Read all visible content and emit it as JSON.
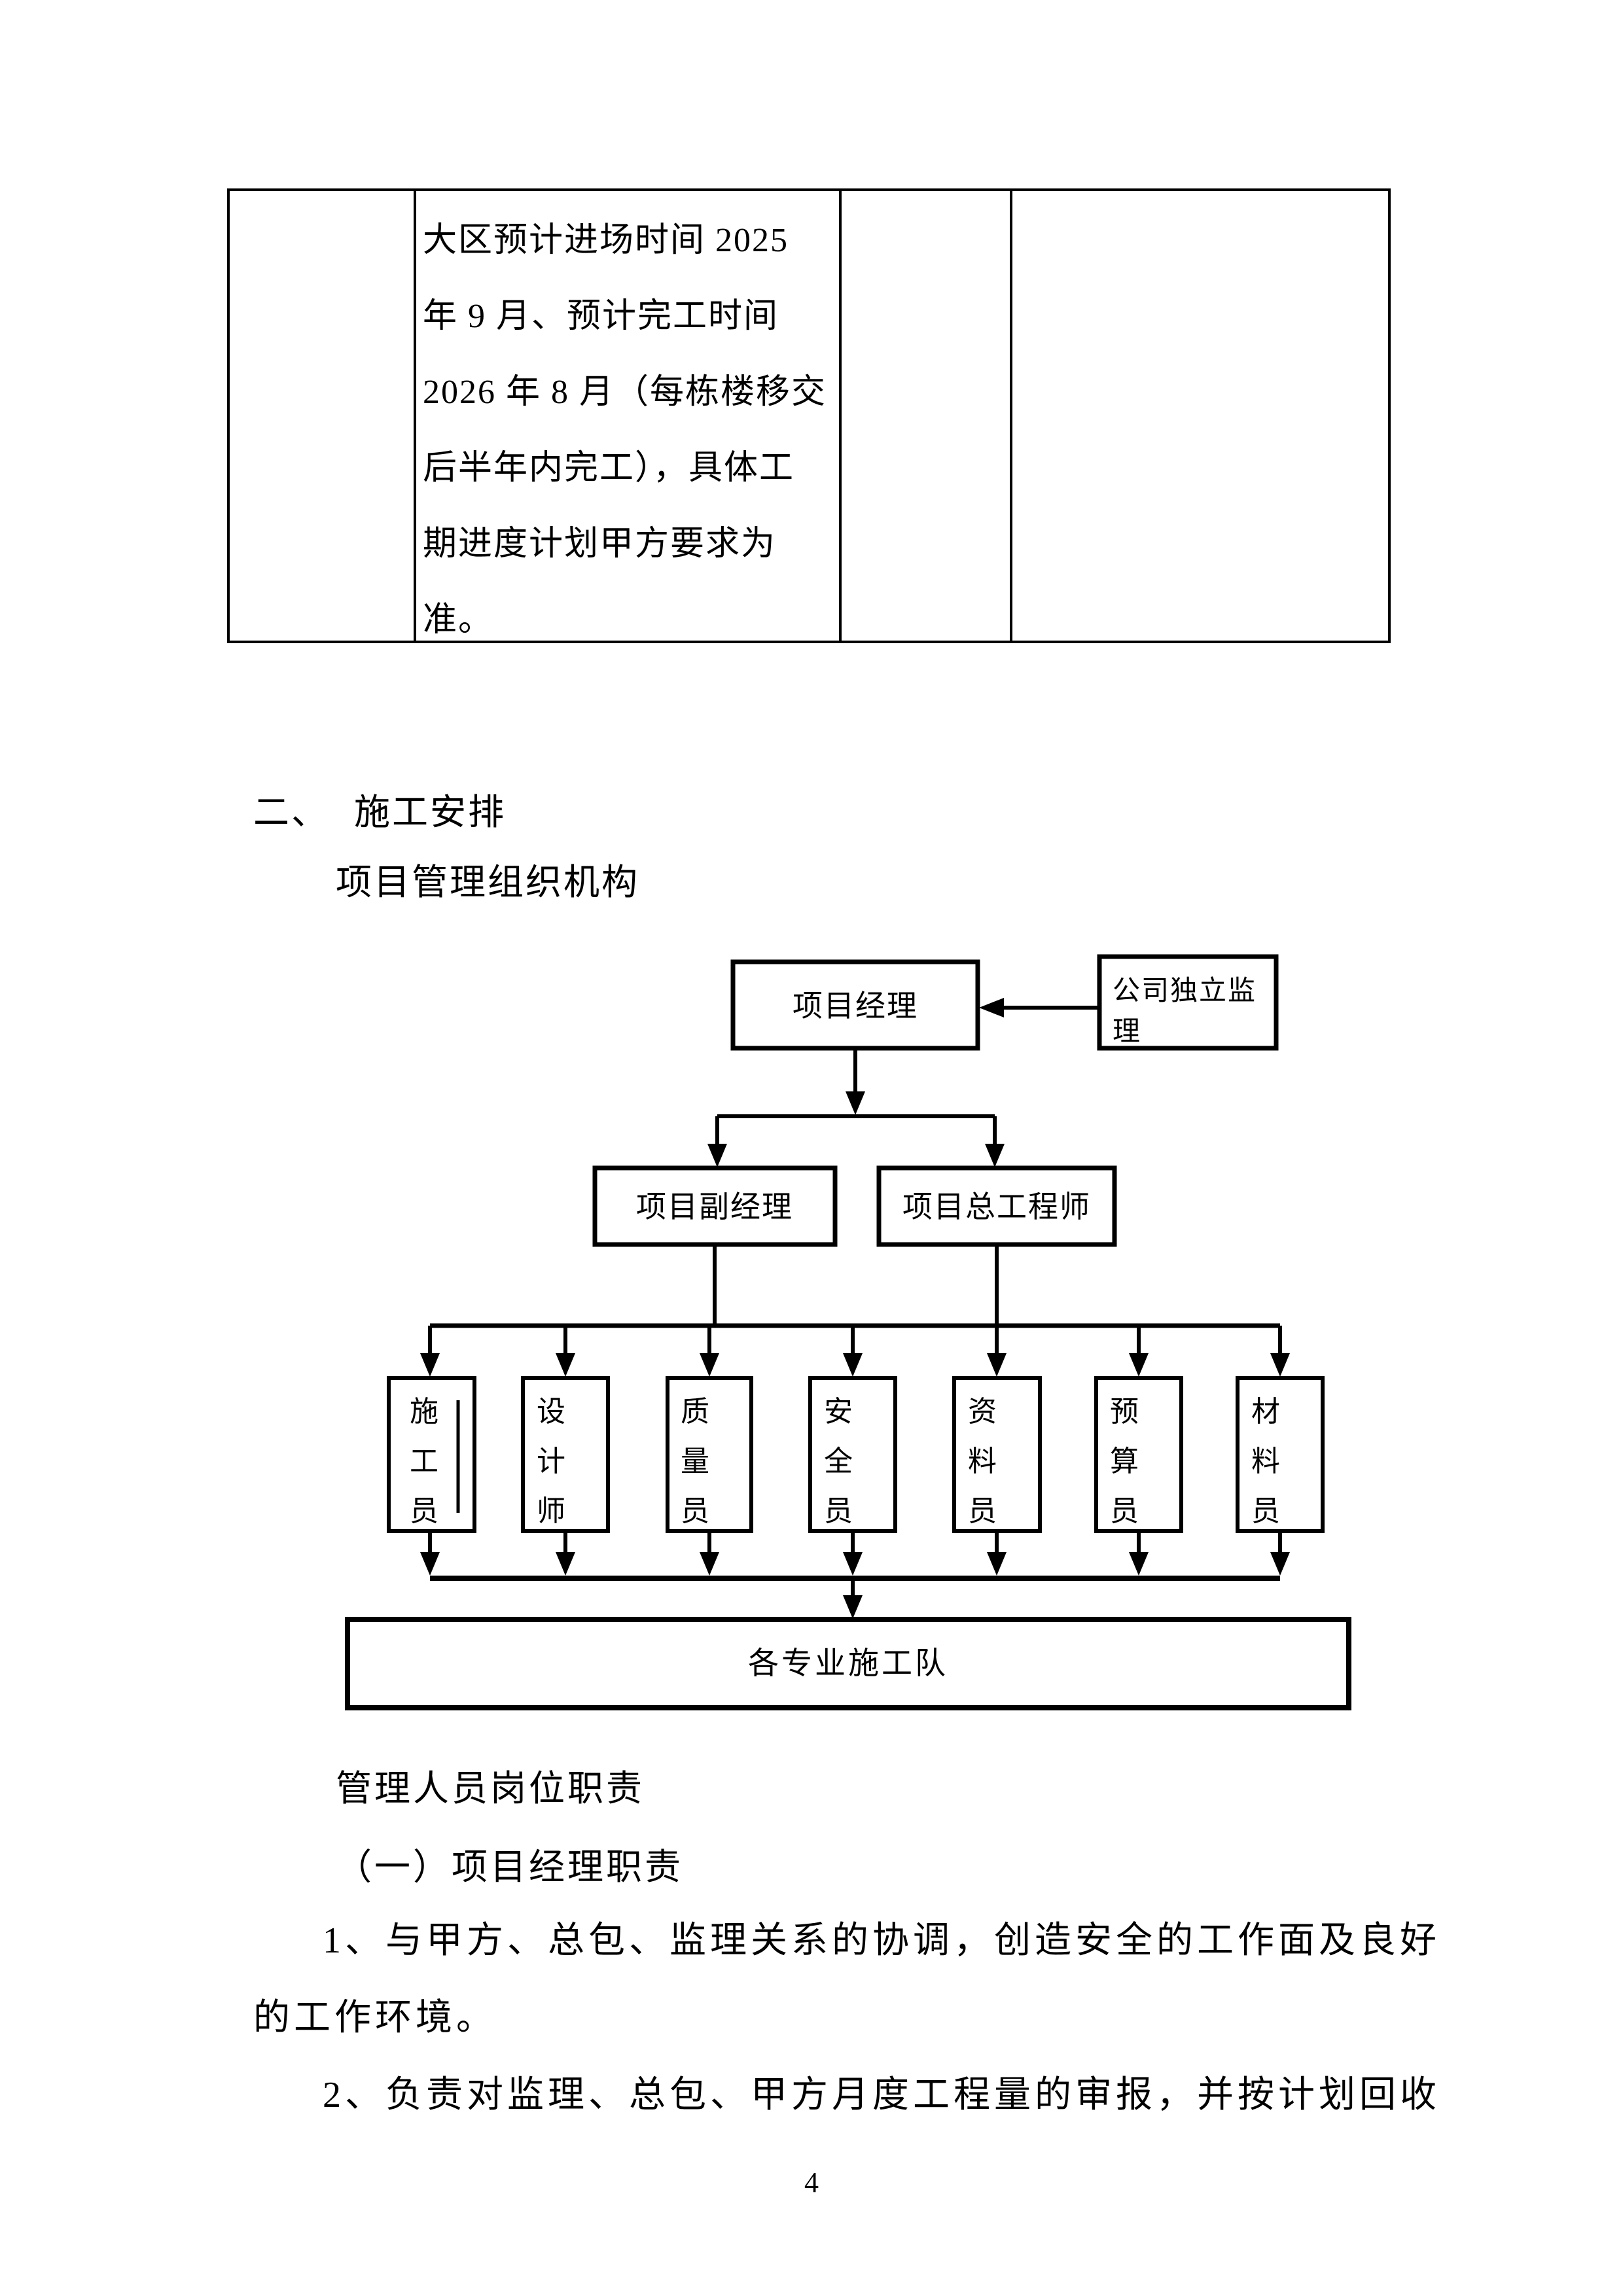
{
  "table": {
    "schedule_lines": [
      "大区预计进场时间 2025",
      "年 9 月、预计完工时间",
      "2026 年 8 月（每栋楼移交",
      "后半年内完工），具体工",
      "期进度计划甲方要求为",
      "准。"
    ]
  },
  "headings": {
    "section_no": "二、",
    "section_title": "施工安排",
    "sub_title": "项目管理组织机构"
  },
  "org_chart": {
    "project_manager": "项目经理",
    "supervision_line1": "公司独立监",
    "supervision_line2": "理",
    "deputy_manager": "项目副经理",
    "chief_engineer": "项目总工程师",
    "staff": [
      {
        "label": "施工员"
      },
      {
        "label": "设计师"
      },
      {
        "label": "质量员"
      },
      {
        "label": "安全员"
      },
      {
        "label": "资料员"
      },
      {
        "label": "预算员"
      },
      {
        "label": "材料员"
      }
    ],
    "construction_teams": "各专业施工队"
  },
  "paragraphs": {
    "duties_title": "管理人员岗位职责",
    "item1_title": "（一）项目经理职责",
    "body_line1": "1、与甲方、总包、监理关系的协调，创造安全的工作面及良好",
    "body_line2": "的工作环境。",
    "body_line3": "2、负责对监理、总包、甲方月度工程量的审报，并按计划回收"
  },
  "page": {
    "number": "4"
  }
}
